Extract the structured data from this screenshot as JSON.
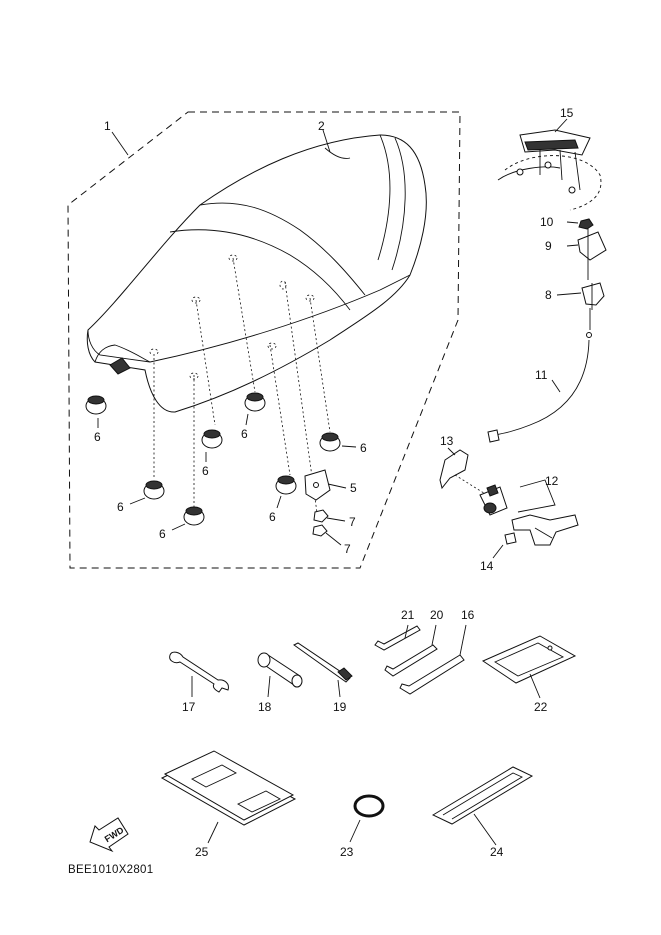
{
  "diagram": {
    "code": "BEE1010X2801",
    "fwd_label": "FWD",
    "labels": {
      "l1": "1",
      "l2": "2",
      "l5": "5",
      "l6a": "6",
      "l6b": "6",
      "l6c": "6",
      "l6d": "6",
      "l6e": "6",
      "l6f": "6",
      "l6g": "6",
      "l7a": "7",
      "l7b": "7",
      "l8": "8",
      "l9": "9",
      "l10": "10",
      "l11": "11",
      "l12": "12",
      "l13": "13",
      "l14": "14",
      "l15": "15",
      "l16": "16",
      "l17": "17",
      "l18": "18",
      "l19": "19",
      "l20": "20",
      "l21": "21",
      "l22": "22",
      "l23": "23",
      "l24": "24",
      "l25": "25"
    }
  }
}
